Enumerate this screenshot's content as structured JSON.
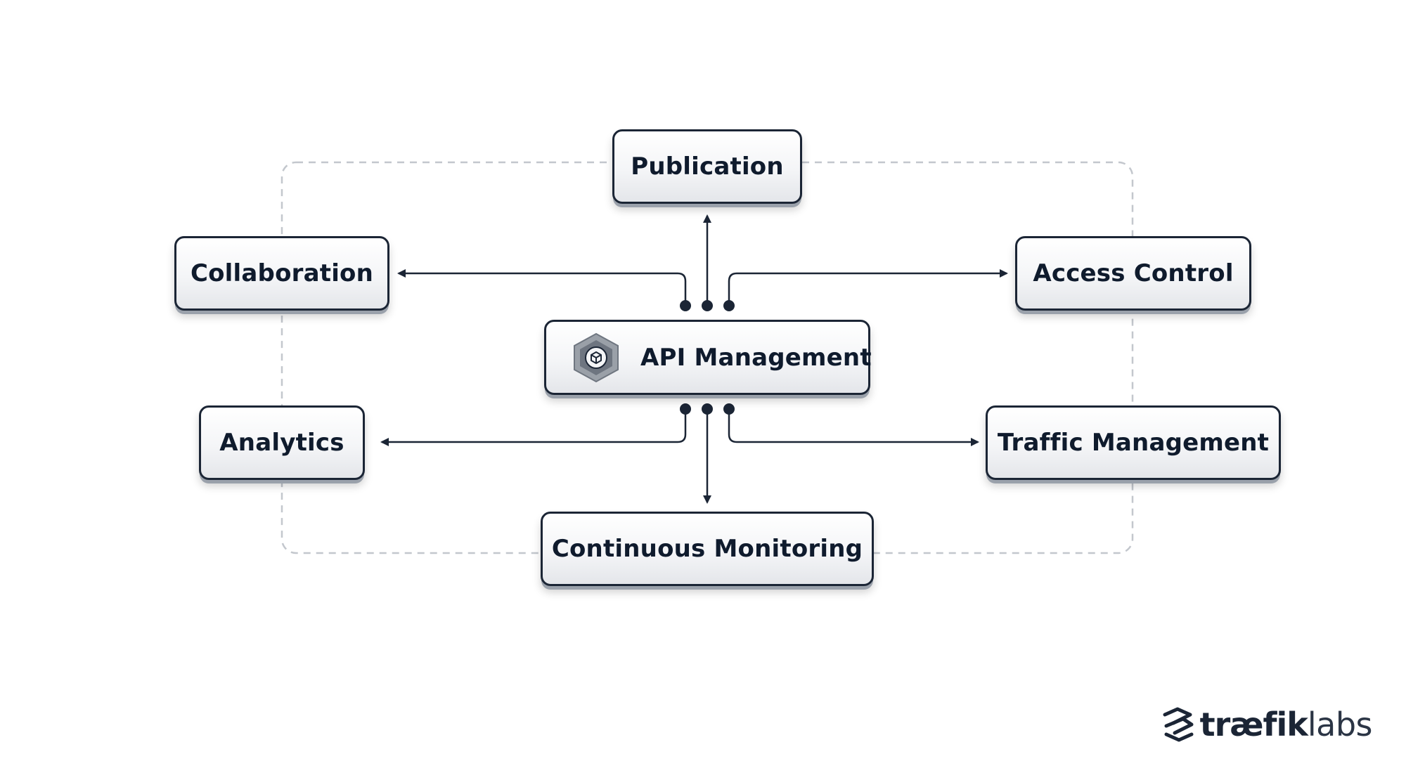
{
  "diagram": {
    "center": {
      "label": "API Management",
      "icon": "cube-hexagon-icon"
    },
    "nodes": {
      "top": "Publication",
      "upper_left": "Collaboration",
      "upper_right": "Access Control",
      "lower_left": "Analytics",
      "lower_right": "Traffic Management",
      "bottom": "Continuous Monitoring"
    },
    "colors": {
      "stroke": "#1b2535",
      "dashed_frame": "#c3c7cd",
      "text": "#0f1b2d"
    }
  },
  "logo": {
    "part1": "træfik",
    "part2": "labs",
    "icon": "traefik-logo-icon"
  }
}
